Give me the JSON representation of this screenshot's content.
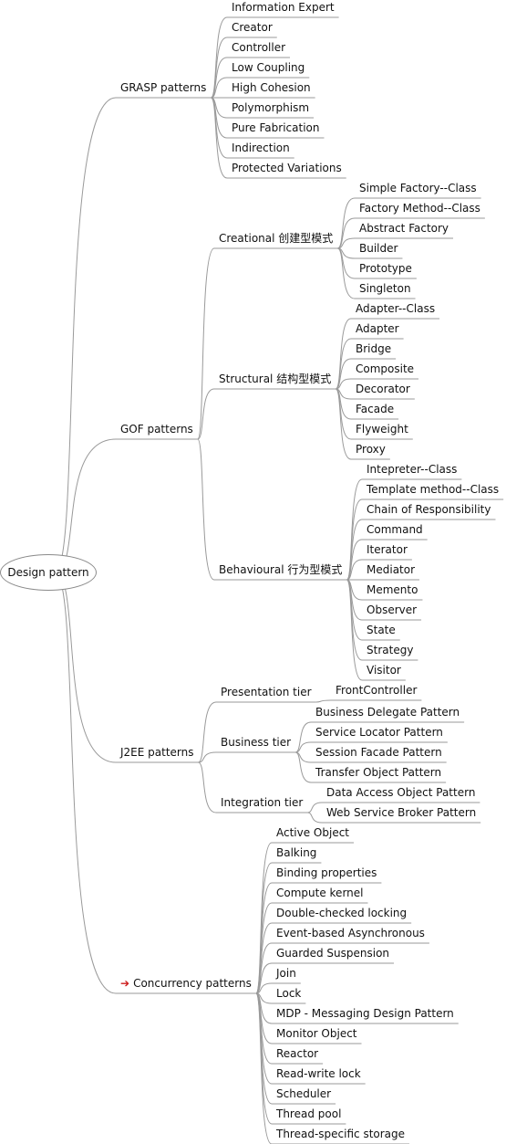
{
  "root": "Design pattern",
  "grasp": {
    "label": "GRASP patterns",
    "items": [
      "Information Expert",
      "Creator",
      "Controller",
      "Low Coupling",
      "High Cohesion",
      "Polymorphism",
      "Pure Fabrication",
      "Indirection",
      "Protected Variations"
    ]
  },
  "gof": {
    "label": "GOF patterns",
    "creational": {
      "label": "Creational 创建型模式",
      "items": [
        "Simple Factory--Class",
        "Factory Method--Class",
        "Abstract Factory",
        "Builder",
        "Prototype",
        "Singleton"
      ]
    },
    "structural": {
      "label": "Structural 结构型模式",
      "items": [
        "Adapter--Class",
        "Adapter",
        "Bridge",
        "Composite",
        "Decorator",
        "Facade",
        "Flyweight",
        "Proxy"
      ]
    },
    "behavioural": {
      "label": "Behavioural 行为型模式",
      "items": [
        "Intepreter--Class",
        "Template method--Class",
        "Chain of Responsibility",
        "Command",
        "Iterator",
        "Mediator",
        "Memento",
        "Observer",
        "State",
        "Strategy",
        "Visitor"
      ]
    }
  },
  "j2ee": {
    "label": "J2EE patterns",
    "presentation": {
      "label": "Presentation tier",
      "items": [
        "FrontController"
      ]
    },
    "business": {
      "label": "Business tier",
      "items": [
        "Business Delegate Pattern",
        "Service Locator Pattern",
        "Session Facade Pattern",
        "Transfer Object Pattern"
      ]
    },
    "integration": {
      "label": "Integration tier",
      "items": [
        "Data Access Object Pattern",
        "Web Service Broker Pattern"
      ]
    }
  },
  "concurrency": {
    "label": "Concurrency patterns",
    "marker_icon": "right-arrow-icon",
    "marker_color": "#cc1b1b",
    "items": [
      "Active Object",
      "Balking",
      "Binding properties",
      "Compute kernel",
      "Double-checked locking",
      "Event-based Asynchronous",
      "Guarded Suspension",
      "Join",
      "Lock",
      "MDP - Messaging Design Pattern",
      "Monitor Object",
      "Reactor",
      "Read-write lock",
      "Scheduler",
      "Thread pool",
      "Thread-specific storage"
    ]
  },
  "colors": {
    "line": "#9a9a9a",
    "text": "#111111"
  }
}
